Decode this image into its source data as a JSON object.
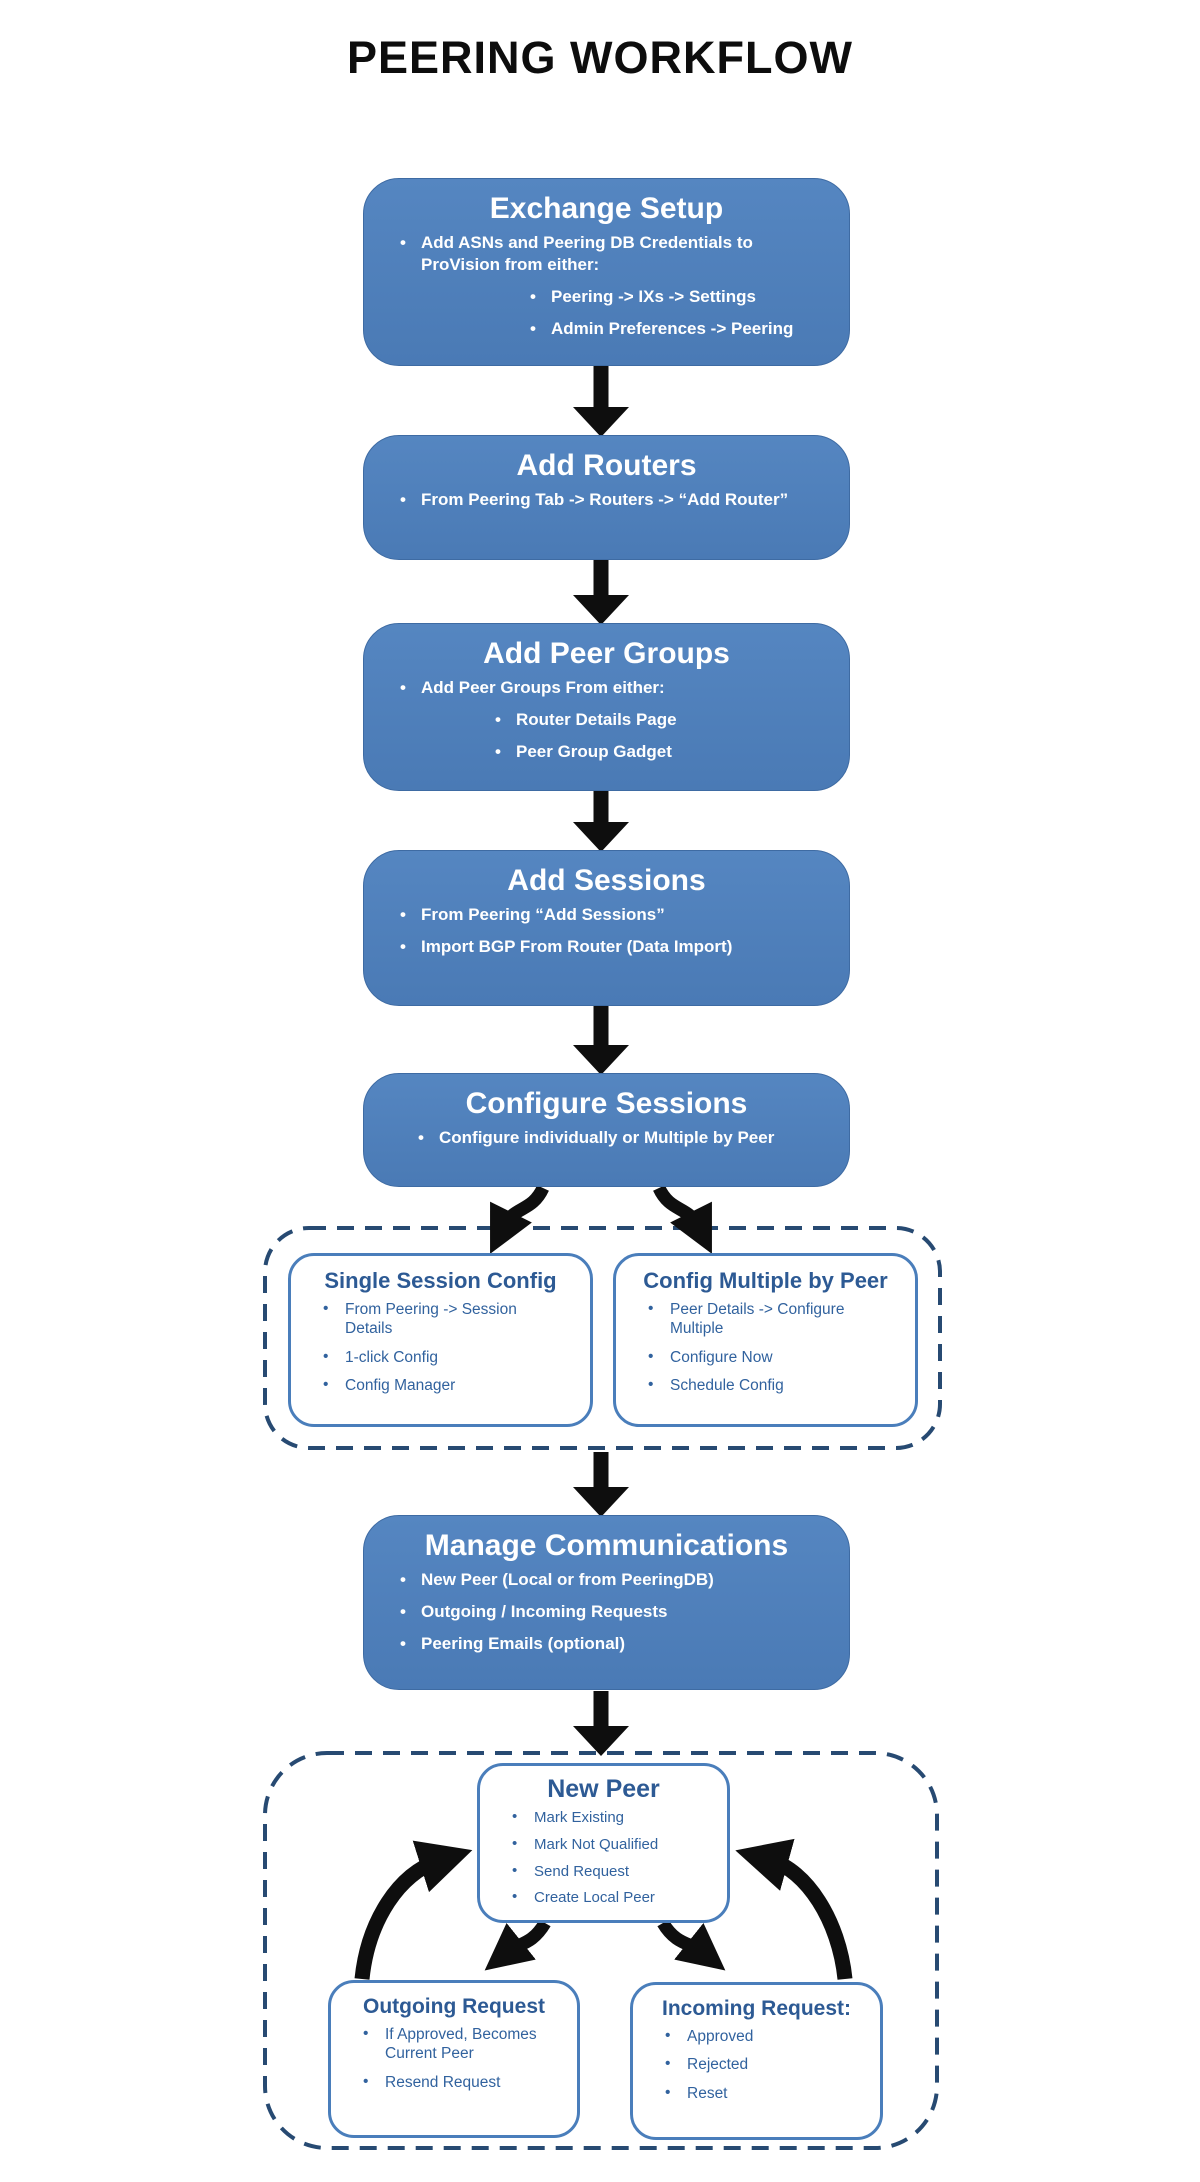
{
  "title": "PEERING WORKFLOW",
  "colors": {
    "box_blue": "#4F81BD",
    "box_border": "#3E6BA3",
    "dashed_navy": "#274A72",
    "outline_blue": "#4A7EBB",
    "text_blue_title": "#2D5A94",
    "text_blue_body": "#31629E",
    "arrow_black": "#0E0E0E"
  },
  "boxes": {
    "exchange_setup": {
      "title": "Exchange Setup",
      "b1": "Add ASNs and Peering DB Credentials to ProVision from either:",
      "b1a": "Peering -> IXs -> Settings",
      "b1b": "Admin Preferences -> Peering"
    },
    "add_routers": {
      "title": "Add Routers",
      "b1": "From Peering Tab -> Routers -> “Add Router”"
    },
    "add_peer_groups": {
      "title": "Add Peer Groups",
      "b1": "Add Peer Groups From either:",
      "b1a": "Router Details Page",
      "b1b": "Peer Group Gadget"
    },
    "add_sessions": {
      "title": "Add Sessions",
      "b1": "From  Peering “Add Sessions”",
      "b2": "Import BGP From Router (Data Import)"
    },
    "configure_sessions": {
      "title": "Configure Sessions",
      "b1": "Configure individually or Multiple by Peer"
    },
    "single_session_config": {
      "title": "Single Session Config",
      "b1": "From Peering -> Session Details",
      "b2": "1-click Config",
      "b3": "Config Manager"
    },
    "config_multiple_by_peer": {
      "title": "Config Multiple by Peer",
      "b1": "Peer Details -> Configure Multiple",
      "b2": "Configure Now",
      "b3": "Schedule Config"
    },
    "manage_communications": {
      "title": "Manage Communications",
      "b1": "New Peer (Local or from PeeringDB)",
      "b2": "Outgoing / Incoming Requests",
      "b3": "Peering Emails (optional)"
    },
    "new_peer": {
      "title": "New Peer",
      "b1": "Mark Existing",
      "b2": "Mark Not Qualified",
      "b3": "Send Request",
      "b4": "Create Local Peer"
    },
    "outgoing_request": {
      "title": "Outgoing Request",
      "b1": "If Approved, Becomes Current Peer",
      "b2": "Resend Request"
    },
    "incoming_request": {
      "title": "Incoming Request:",
      "b1": "Approved",
      "b2": "Rejected",
      "b3": "Reset"
    }
  }
}
